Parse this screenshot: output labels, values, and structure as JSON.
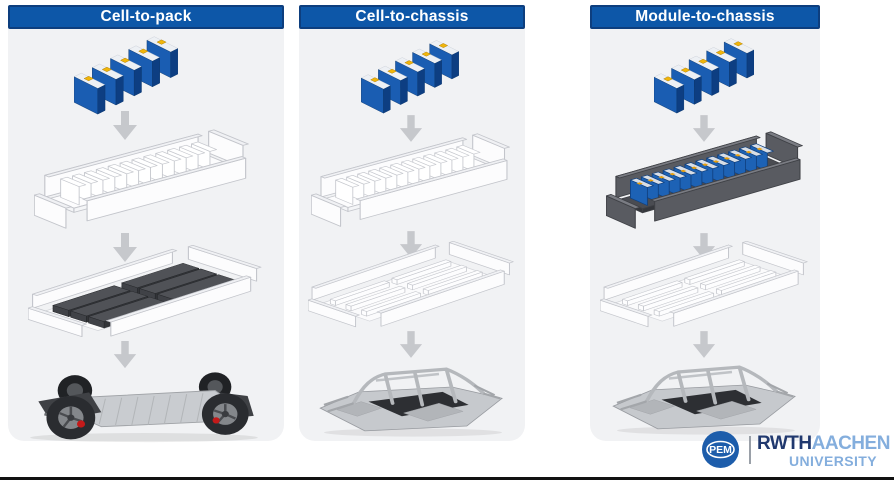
{
  "columns": [
    {
      "title": "Cell-to-pack",
      "stage_icons": [
        "battery-cells-icon",
        "open-cell-module-icon",
        "pack-with-modules-icon",
        "skateboard-chassis-icon"
      ]
    },
    {
      "title": "Cell-to-chassis",
      "stage_icons": [
        "battery-cells-icon",
        "open-cell-module-icon",
        "chassis-frame-icon",
        "body-in-white-chassis-icon"
      ]
    },
    {
      "title": "Module-to-chassis",
      "stage_icons": [
        "battery-cells-icon",
        "solid-battery-module-icon",
        "chassis-frame-icon",
        "body-in-white-chassis-icon"
      ]
    }
  ],
  "footer": {
    "pem_label": "PEM",
    "rwth": "RWTH",
    "aachen": "AACHEN",
    "university": "UNIVERSITY"
  },
  "theme": {
    "header-bg": "#0d57a8",
    "header-border": "#0d3e7e",
    "panel-bg": "#f1f2f4",
    "arrow": "#c6c8cc",
    "cell-blue": "#1a5db2",
    "cell-blue-dark": "#0d3e82",
    "terminal-yellow": "#f1b50a",
    "rwth-dark": "#20386e",
    "rwth-light": "#84aedd",
    "pem-blue": "#1d5dab",
    "rule": "#111111"
  }
}
